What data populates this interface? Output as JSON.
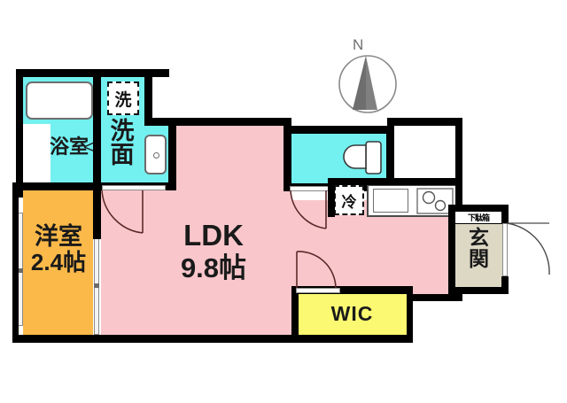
{
  "plan": {
    "type": "japanese-floor-plan",
    "layout_name": "1K",
    "background_color": "#ffffff",
    "wall_color": "#000000"
  },
  "compass": {
    "label": "N",
    "needle_color": "#808080",
    "ring_color": "#8a8a8a"
  },
  "rooms": [
    {
      "id": "bathroom",
      "label": "浴室",
      "color": "#73f0f0",
      "kind": "unit-bath"
    },
    {
      "id": "washroom",
      "label": "洗面",
      "color": "#73f0f0",
      "kind": "vanity-laundry"
    },
    {
      "id": "washer-space",
      "label": "洗",
      "color": "#ffffff",
      "kind": "washing-machine-slot"
    },
    {
      "id": "western-room",
      "label": "洋室",
      "size": "2.4帖",
      "color": "#fbb949",
      "kind": "bedroom"
    },
    {
      "id": "ldk",
      "label": "LDK",
      "size": "9.8帖",
      "color": "#f9c7cb",
      "kind": "living-dining-kitchen"
    },
    {
      "id": "toilet",
      "label": "",
      "color": "#73f0f0",
      "kind": "toilet"
    },
    {
      "id": "wic",
      "label": "WIC",
      "color": "#fbf871",
      "kind": "walk-in-closet"
    },
    {
      "id": "entrance",
      "label": "玄関",
      "color": "#ddd8c4",
      "kind": "genkan"
    },
    {
      "id": "shoe-box",
      "label": "下駄箱",
      "color": "#ffffff",
      "kind": "shoe-cabinet"
    },
    {
      "id": "fridge-space",
      "label": "冷",
      "color": "#ffffff",
      "kind": "refrigerator-slot"
    }
  ],
  "fixtures": [
    {
      "id": "bathtub",
      "name": "bathtub"
    },
    {
      "id": "vanity-sink",
      "name": "vanity-sink"
    },
    {
      "id": "toilet-bowl",
      "name": "toilet-bowl"
    },
    {
      "id": "kitchen-sink",
      "name": "kitchen-sink"
    },
    {
      "id": "stove",
      "name": "two-burner-stove"
    }
  ]
}
